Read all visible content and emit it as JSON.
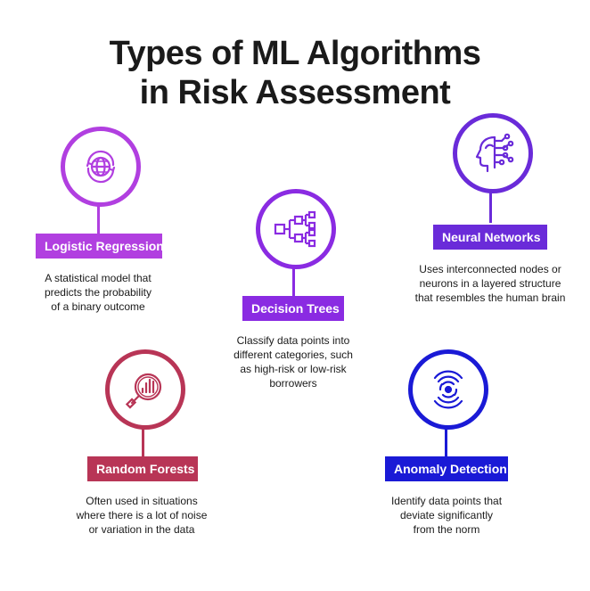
{
  "title": {
    "line1": "Types of ML Algorithms",
    "line2": "in Risk Assessment"
  },
  "colors": {
    "logistic": "#b13fe0",
    "decision": "#8a2be2",
    "neural": "#6a2bd9",
    "random": "#b83556",
    "anomaly": "#1a1ad6"
  },
  "items": [
    {
      "key": "logistic",
      "icon": "globe-refresh-icon",
      "label": "Logistic Regression",
      "desc": [
        "A statistical model that",
        "predicts the probability",
        "of a binary outcome"
      ]
    },
    {
      "key": "decision",
      "icon": "tree-diagram-icon",
      "label": "Decision Trees",
      "desc": [
        "Classify data points into",
        "different categories, such",
        "as high-risk or low-risk",
        "borrowers"
      ]
    },
    {
      "key": "neural",
      "icon": "brain-head-icon",
      "label": "Neural Networks",
      "desc": [
        "Uses interconnected nodes or",
        "neurons in a layered structure",
        "that resembles the human brain"
      ]
    },
    {
      "key": "random",
      "icon": "magnifier-chart-icon",
      "label": "Random Forests",
      "desc": [
        "Often used in situations",
        "where there is a lot of noise",
        "or variation in the data"
      ]
    },
    {
      "key": "anomaly",
      "icon": "radar-signal-icon",
      "label": "Anomaly Detection",
      "desc": [
        "Identify data points that",
        "deviate significantly",
        "from the norm"
      ]
    }
  ]
}
